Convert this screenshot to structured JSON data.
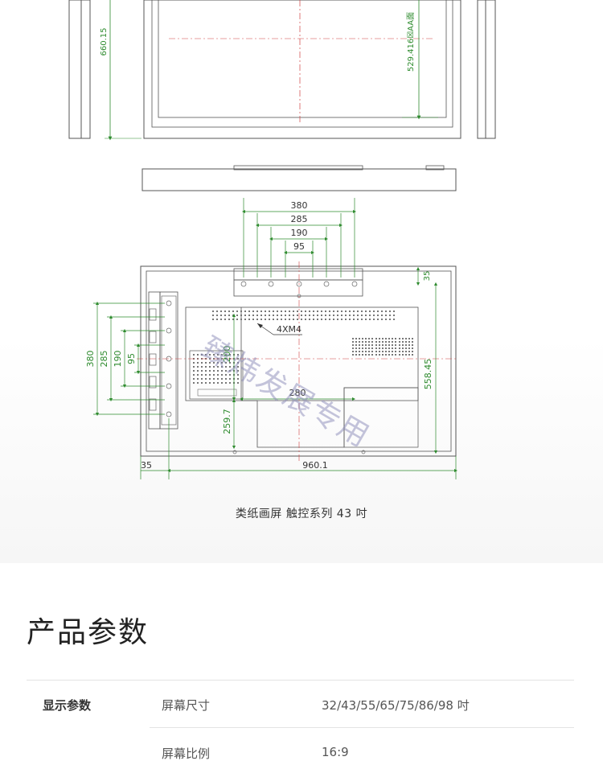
{
  "drawing": {
    "dims": {
      "front_height": "660.15",
      "active_area": "529.416☒AA面",
      "top_380": "380",
      "top_285": "285",
      "top_190": "190",
      "top_95": "95",
      "right_35": "35",
      "screw": "4XM4",
      "inner_200": "200",
      "inner_280": "280",
      "inner_259": "259.7",
      "right_558": "558.45",
      "left_380": "380",
      "left_285": "285",
      "left_190": "190",
      "left_95": "95",
      "bottom_35": "35",
      "bottom_960": "960.1"
    },
    "watermark": "臻炜发展专用",
    "colors": {
      "dimension": "#2e8b2e",
      "outline": "#555555",
      "centerline": "#d04040",
      "watermark": "#8a8ab8"
    }
  },
  "caption": "类纸画屏 触控系列 43 吋",
  "section_title": "产品参数",
  "specs": {
    "category": "显示参数",
    "rows": [
      {
        "label": "屏幕尺寸",
        "value": "32/43/55/65/75/86/98 吋"
      },
      {
        "label": "屏幕比例",
        "value": "16:9"
      }
    ]
  }
}
